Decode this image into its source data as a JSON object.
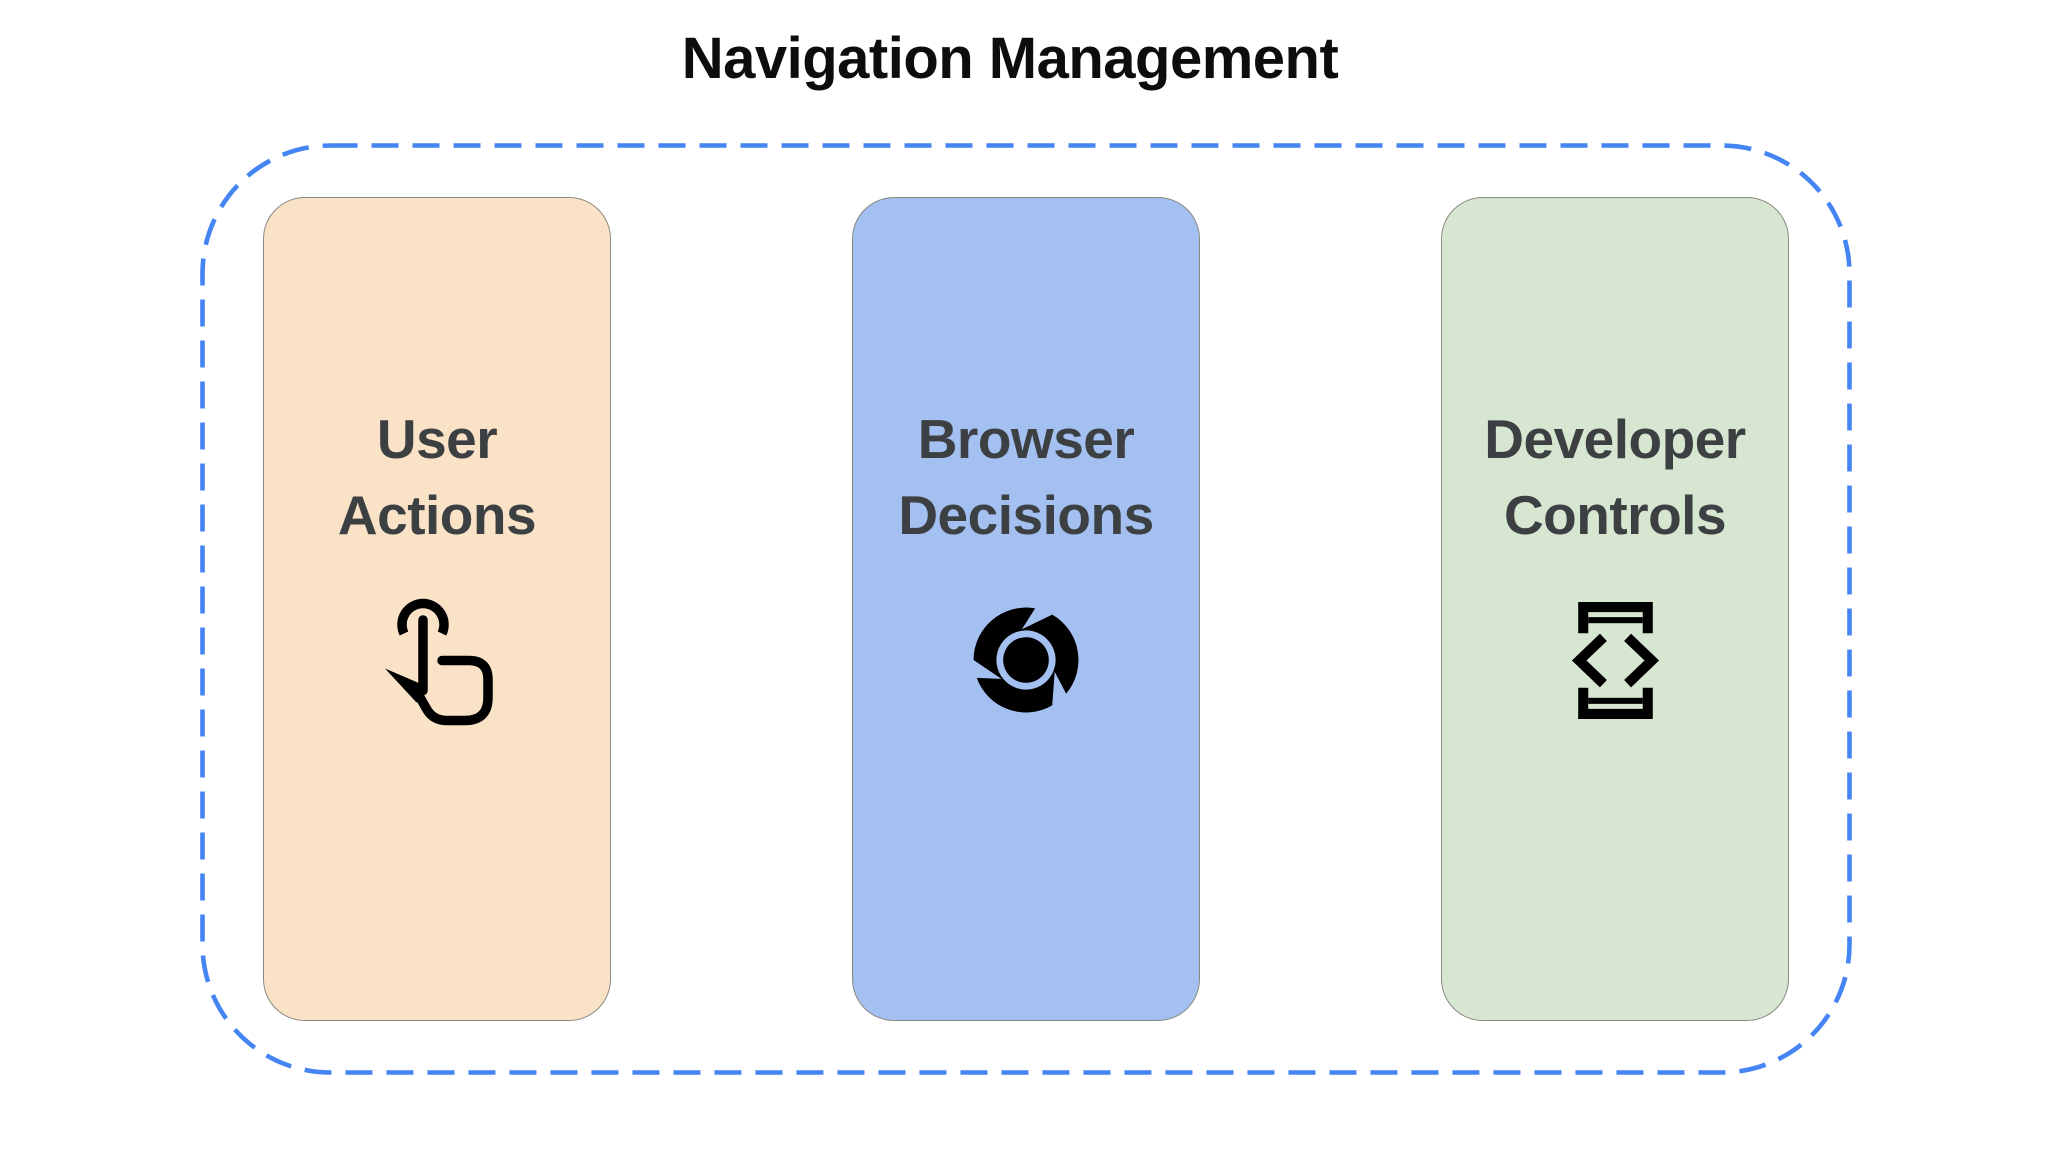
{
  "title": "Navigation Management",
  "frame": {
    "border_color": "#4484F3"
  },
  "cards": [
    {
      "label": "User Actions",
      "bg": "#FAE2C7",
      "icon": "touch-app-icon"
    },
    {
      "label": "Browser Decisions",
      "bg": "#A3C0F1",
      "icon": "chrome-browser-icon"
    },
    {
      "label": "Developer Controls",
      "bg": "#D7E6D1",
      "icon": "developer-mode-icon"
    }
  ],
  "colors": {
    "background": "#FFFFFF",
    "title_text": "#0D0D0D",
    "card_text": "#3C4043",
    "card_border": "#8A8A82",
    "icon": "#000000",
    "frame_dash": "#4484F3"
  }
}
